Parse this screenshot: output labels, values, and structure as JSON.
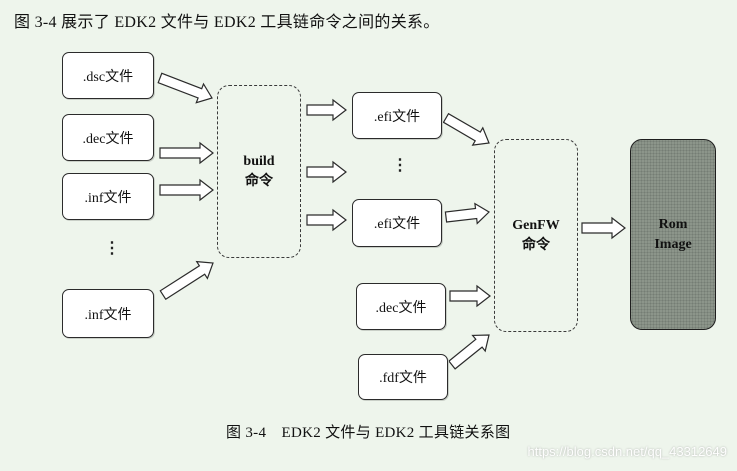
{
  "intro_text": "图 3-4 展示了 EDK2 文件与 EDK2 工具链命令之间的关系。",
  "nodes": {
    "dsc_file": ".dsc文件",
    "dec_file_left": ".dec文件",
    "inf_file_top": ".inf文件",
    "inf_file_bottom": ".inf文件",
    "build_cmd": {
      "line1": "build",
      "line2": "命令"
    },
    "efi_file_top": ".efi文件",
    "efi_file_bottom": ".efi文件",
    "dec_file_right": ".dec文件",
    "fdf_file": ".fdf文件",
    "genfw_cmd": {
      "line1": "GenFW",
      "line2": "命令"
    },
    "rom_image": {
      "line1": "Rom",
      "line2": "Image"
    }
  },
  "ellipsis": "⋮",
  "caption": "图 3-4　EDK2 文件与 EDK2 工具链关系图",
  "watermark": "https://blog.csdn.net/qq_43312649",
  "colors": {
    "background": "#eef5ec",
    "file_fill": "#ffffff",
    "rom_fill": "#8c958a",
    "arrow_fill": "#ffffff",
    "stroke": "#2b2b2b"
  }
}
